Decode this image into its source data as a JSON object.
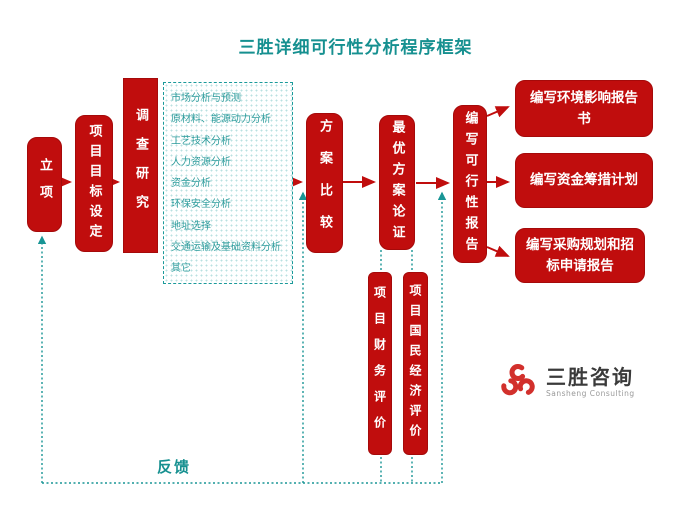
{
  "title": "三胜详细可行性分析程序框架",
  "nodes": {
    "li_xiang": "立项",
    "xiangmu_mubiao_sheding": "项目目标设定",
    "diaocha_yanjiu": "调查研究",
    "fangan_bijiao": "方案比较",
    "zuiyou_fangan_lunzheng": "最优方案论证",
    "bianxie_kexingxing_baogao": "编写可行性报告",
    "huanjing_yingxiang_baogaoshu": "编写环境影响报告书",
    "zijin_choucuo_jihua": "编写资金筹措计划",
    "caigou_guihua_zhaobiao_baogao": "编写采购规划和招标申请报告",
    "xiangmu_caiwu_pingjia": "项目财务评价",
    "xiangmu_guomin_jingji_pingjia": "项目国民经济评价"
  },
  "research_items": [
    "市场分析与预测",
    "原材料、能源动力分析",
    "工艺技术分析",
    "人力资源分析",
    "资金分析",
    "环保安全分析",
    "地址选择",
    "交通运输及基础资料分析",
    "其它"
  ],
  "feedback_label": "反馈",
  "logo": {
    "name": "三胜咨询",
    "subtitle": "Sansheng Consulting"
  },
  "colors": {
    "node_red": "#c00d0d",
    "teal": "#169090",
    "logo_red": "#d2302c"
  }
}
